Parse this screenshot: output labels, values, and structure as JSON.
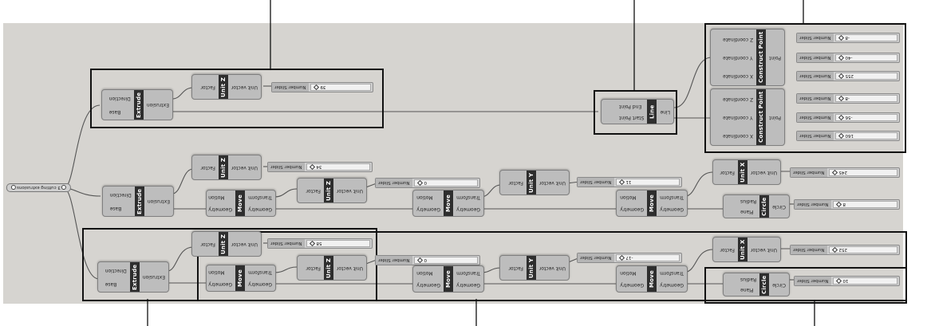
{
  "capsule": {
    "label": "3 cutting extrusions"
  },
  "components": {
    "extrude": {
      "tag": "Extrude",
      "in_base": "Base",
      "in_direction": "Direction",
      "out": "Extrusion"
    },
    "unit_z": {
      "tag": "Unit Z",
      "in": "Factor",
      "out": "Unit vector"
    },
    "unit_y": {
      "tag": "Unit Y",
      "in": "Factor",
      "out": "Unit vector"
    },
    "unit_x": {
      "tag": "Unit X",
      "in": "Factor",
      "out": "Unit vector"
    },
    "move": {
      "tag": "Move",
      "in_geometry": "Geometry",
      "in_motion": "Motion",
      "out_geometry": "Geometry",
      "out_transform": "Transform"
    },
    "line": {
      "tag": "Line",
      "in_start": "Start Point",
      "in_end": "End Point",
      "out": "Line"
    },
    "construct_point": {
      "tag": "Construct Point",
      "in_x": "X coordinate",
      "in_y": "Y coordinate",
      "in_z": "Z coordinate",
      "out": "Point"
    },
    "circle": {
      "tag": "Circle",
      "in_plane": "Plane",
      "in_radius": "Radius",
      "out": "Circle"
    }
  },
  "slider_label": "Number Slider",
  "sliders": {
    "s_z1": "39",
    "s_z2": "34",
    "s_z3": "58",
    "s_cp1_x": "255",
    "s_cp1_y": "-40",
    "s_cp1_z": "-8",
    "s_cp2_x": "160",
    "s_cp2_y": "-56",
    "s_cp2_z": "-8",
    "s_r1": "0",
    "s_r2": "0",
    "s_y1": "11",
    "s_y2": "-17",
    "s_x1": "245",
    "s_x2": "252",
    "s_rad1": "8",
    "s_rad2": "10"
  },
  "colors": {
    "canvas": "#d6d4d0",
    "component": "#bdbdbd",
    "tag": "#2e2e2e",
    "group_border": "#111111"
  }
}
